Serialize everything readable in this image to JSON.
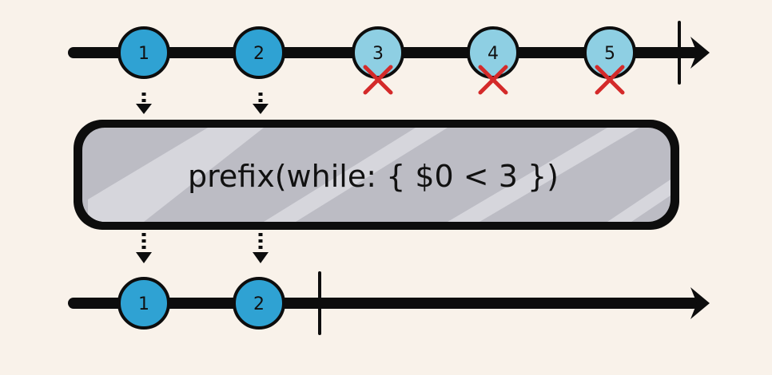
{
  "colors": {
    "background": "#f9f2ea",
    "line": "#0d0d0d",
    "emitted_marble": "#2fa2d3",
    "ignored_marble": "#8ecfe3",
    "cross": "#d42a2a",
    "operator_fill": "#bcbcc4",
    "operator_stripe": "#d6d6dc"
  },
  "input": {
    "marbles": [
      {
        "label": "1",
        "status": "emitted"
      },
      {
        "label": "2",
        "status": "emitted"
      },
      {
        "label": "3",
        "status": "dropped"
      },
      {
        "label": "4",
        "status": "dropped"
      },
      {
        "label": "5",
        "status": "dropped"
      }
    ]
  },
  "operator": {
    "label": "prefix(while: { $0 < 3 })"
  },
  "output": {
    "marbles": [
      {
        "label": "1"
      },
      {
        "label": "2"
      }
    ]
  }
}
